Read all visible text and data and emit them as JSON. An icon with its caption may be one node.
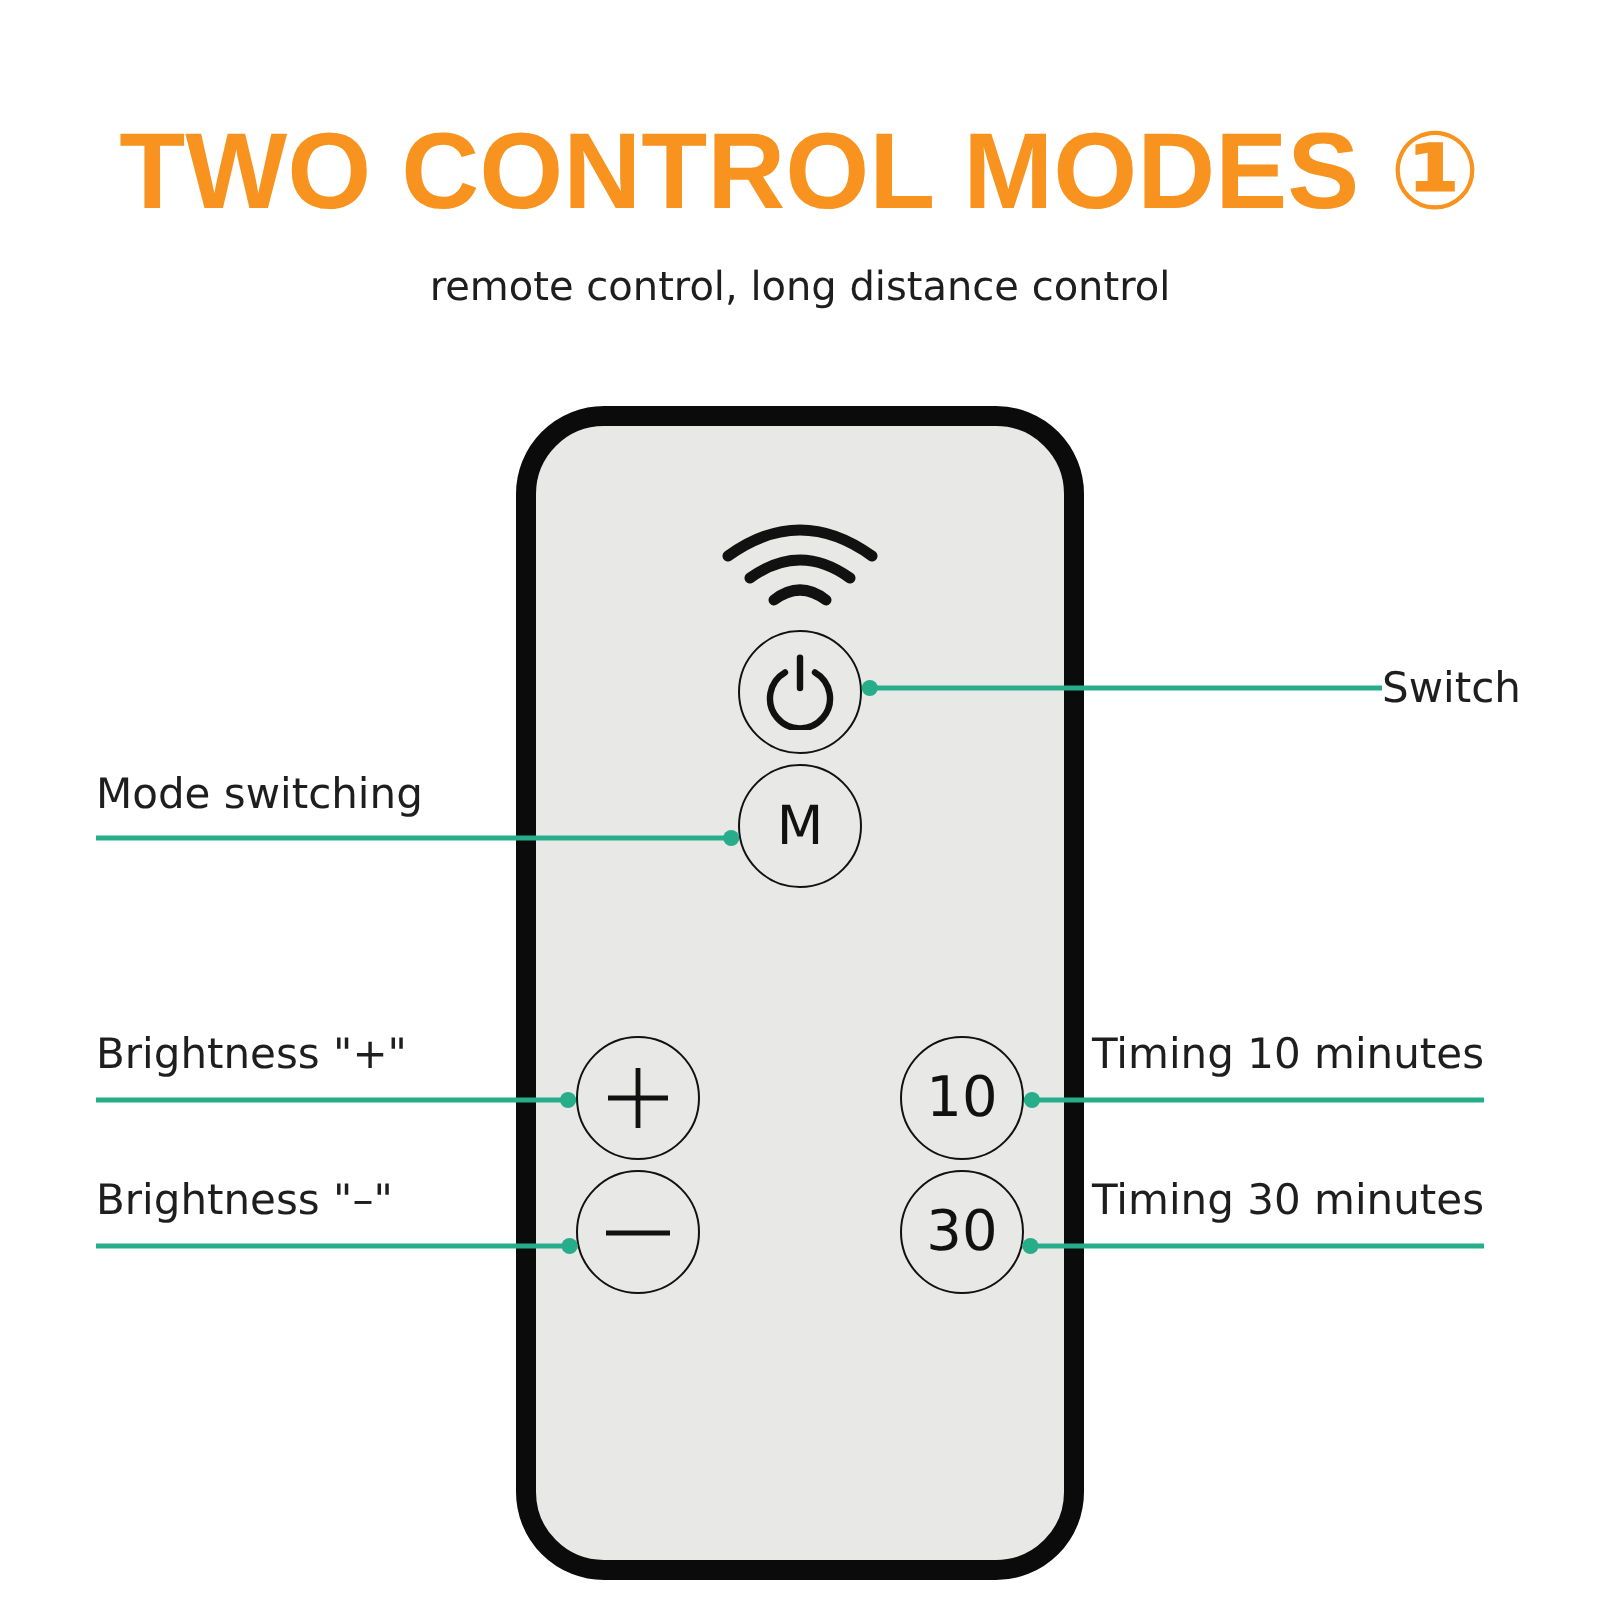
{
  "diagram": {
    "title": "TWO CONTROL MODES ①",
    "nodes": [
      {
        "text": [],
        "shape": "box"
      },
      {
        "text": [],
        "shape": "circle",
        "in": 0
      },
      {
        "text": [
          "Switch"
        ]
      },
      {
        "text": [
          "Mode switching"
        ]
      },
      {
        "text": [
          "M"
        ],
        "in": 0
      },
      {
        "text": [
          "Brightness \"+\""
        ]
      },
      {
        "text": [],
        "shape": "circle",
        "in": 0
      },
      {
        "text": [
          "10"
        ],
        "in": 0
      },
      {
        "text": [
          "Timing 10 minutes"
        ]
      },
      {
        "text": [
          "Brightness \"–\""
        ]
      },
      {
        "text": [],
        "shape": "circle",
        "in": 0
      },
      {
        "text": [
          "30"
        ],
        "in": 0
      },
      {
        "text": [
          "Timing 30 minutes"
        ]
      }
    ],
    "edges": [
      {
        "from": 2,
        "to": 1,
        "arrow": "other"
      },
      {
        "from": 3,
        "to": 4,
        "arrow": "other"
      },
      {
        "from": 5,
        "to": 6,
        "arrow": "other"
      },
      {
        "from": 8,
        "to": 7,
        "arrow": "other"
      },
      {
        "from": 9,
        "to": 10,
        "arrow": "other"
      },
      {
        "from": 12,
        "to": 11,
        "arrow": "other"
      }
    ],
    "labels": [
      "remote control, long distance control"
    ]
  }
}
